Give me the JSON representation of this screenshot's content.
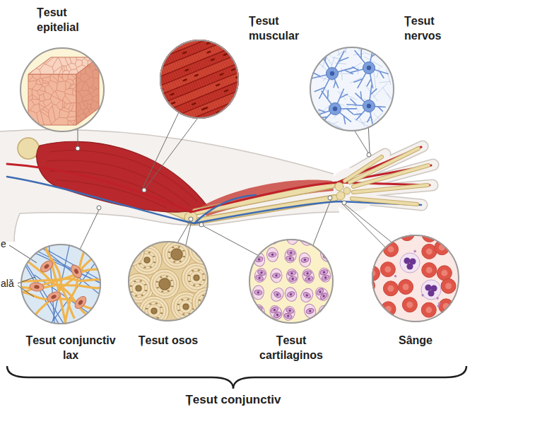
{
  "diagram": {
    "nodes": [
      {
        "text": [
          "Țesut epitelial"
        ]
      },
      {
        "text": [
          "Țesut muscular"
        ]
      },
      {
        "text": [
          "Țesut nervos"
        ]
      },
      {
        "text": [
          "Țesut conjunctiv lax"
        ]
      },
      {
        "text": [
          "Țesut osos"
        ]
      },
      {
        "text": [
          "Țesut cartilaginos"
        ]
      },
      {
        "text": [
          "Sânge"
        ]
      }
    ],
    "labels": [
      "e",
      "ală",
      "Țesut conjunctiv"
    ]
  }
}
